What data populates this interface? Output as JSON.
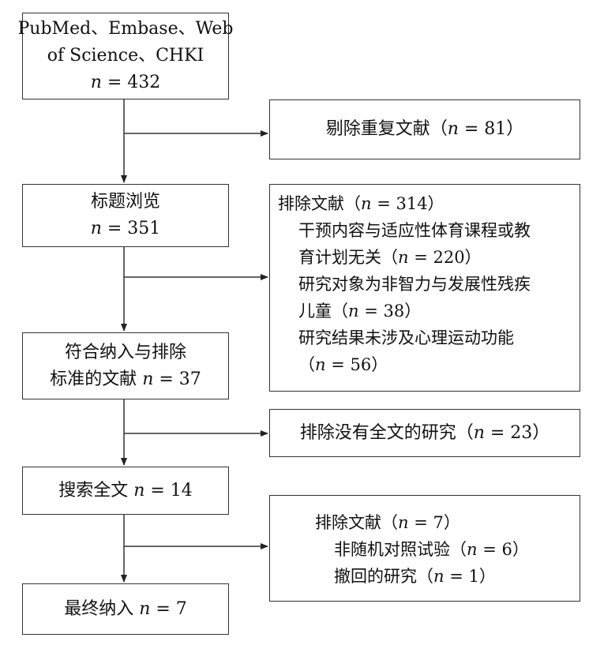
{
  "flow": {
    "source": {
      "line1": "PubMed、Embase、Web",
      "line2": "of Science、CHKI",
      "n_label": "n",
      "n_rest": " = 432"
    },
    "exclude_duplicates": {
      "prefix": "剔除重复文献（",
      "n_label": "n",
      "rest": " = 81）"
    },
    "title_screen": {
      "line1": "标题浏览",
      "n_label": "n",
      "n_rest": " = 351"
    },
    "exclude_title": {
      "header_prefix": "排除文献（",
      "header_n": "n",
      "header_rest": " = 314）",
      "r1_line1": "干预内容与适应性体育课程或教",
      "r1_line2_prefix": "育计划无关（",
      "r1_n": "n",
      "r1_rest": " = 220）",
      "r2_line1": "研究对象为非智力与发展性残疾",
      "r2_line2_prefix": "儿童（",
      "r2_n": "n",
      "r2_rest": " = 38）",
      "r3_line1": "研究结果未涉及心理运动功能",
      "r3_line2_prefix": "（",
      "r3_n": "n",
      "r3_rest": " = 56）"
    },
    "eligible": {
      "line1": "符合纳入与排除",
      "line2_prefix": "标准的文献 ",
      "n_label": "n",
      "n_rest": " = 37"
    },
    "exclude_fulltext": {
      "prefix": "排除没有全文的研究（",
      "n_label": "n",
      "rest": " = 23）"
    },
    "fulltext_search": {
      "prefix": "搜索全文 ",
      "n_label": "n",
      "rest": " = 14"
    },
    "exclude_final": {
      "header_prefix": "排除文献（",
      "header_n": "n",
      "header_rest": " = 7）",
      "r1_prefix": "非随机对照试验（",
      "r1_n": "n",
      "r1_rest": " = 6）",
      "r2_prefix": "撤回的研究（",
      "r2_n": "n",
      "r2_rest": " = 1）"
    },
    "final": {
      "prefix": "最终纳入 ",
      "n_label": "n",
      "rest": " = 7"
    }
  },
  "colors": {
    "line": "#333333",
    "text": "#111111",
    "background": "#ffffff"
  }
}
